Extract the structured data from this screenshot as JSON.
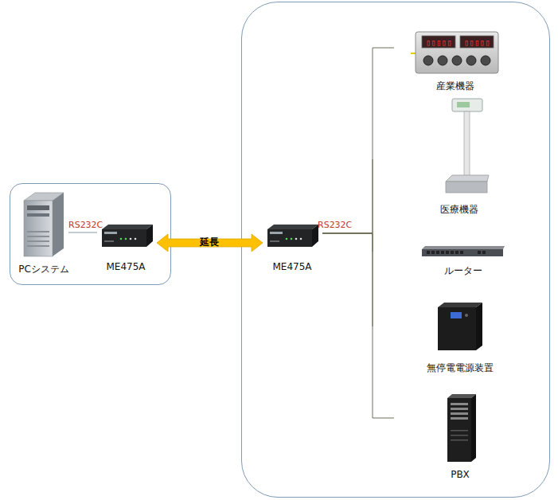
{
  "diagram": {
    "nodes": [
      {
        "text": []
      },
      {
        "text": [
          "PCシステム"
        ],
        "in": 0
      },
      {
        "text": [
          "ME475A"
        ],
        "in": 0
      },
      {
        "text": []
      },
      {
        "text": [
          "ME475A"
        ],
        "in": 3
      },
      {
        "text": [
          "産業機器"
        ],
        "in": 3
      },
      {
        "text": [
          "医療機器"
        ],
        "in": 3
      },
      {
        "text": [
          "ルーター"
        ],
        "in": 3
      },
      {
        "text": [
          "無停電電源装置"
        ],
        "in": 3
      },
      {
        "text": [
          "PBX"
        ],
        "in": 3
      }
    ],
    "edges": [
      {
        "from": 1,
        "to": 2,
        "label": "RS232C",
        "arrow": "none"
      },
      {
        "from": 2,
        "to": 4,
        "label": "延長",
        "arrow": "both"
      },
      {
        "from": 4,
        "to": 5,
        "label": "RS232C",
        "arrow": "none"
      },
      {
        "from": 4,
        "to": 6,
        "arrow": "none"
      },
      {
        "from": 4,
        "to": 7,
        "arrow": "none"
      },
      {
        "from": 4,
        "to": 8,
        "arrow": "none"
      },
      {
        "from": 4,
        "to": 9,
        "arrow": "none"
      }
    ]
  }
}
